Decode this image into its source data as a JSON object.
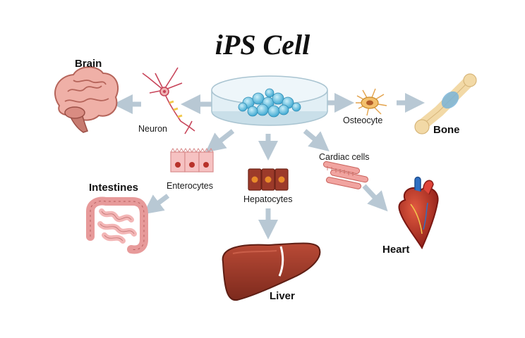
{
  "title": "iPS Cell",
  "organs": {
    "brain": "Brain",
    "intestines": "Intestines",
    "liver": "Liver",
    "heart": "Heart",
    "bone": "Bone"
  },
  "cells": {
    "neuron": "Neuron",
    "enterocytes": "Enterocytes",
    "hepatocytes": "Hepatocytes",
    "cardiac": "Cardiac cells",
    "osteocyte": "Osteocyte"
  },
  "colors": {
    "arrow": "#b8c8d4",
    "dish": "#d8eaf2",
    "stem_cell": "#6cc4e4",
    "brain": "#e9a29a",
    "liver": "#9c3a2a",
    "heart": "#b8322a",
    "bone": "#f2d9a6",
    "intestine": "#e79a9a"
  }
}
